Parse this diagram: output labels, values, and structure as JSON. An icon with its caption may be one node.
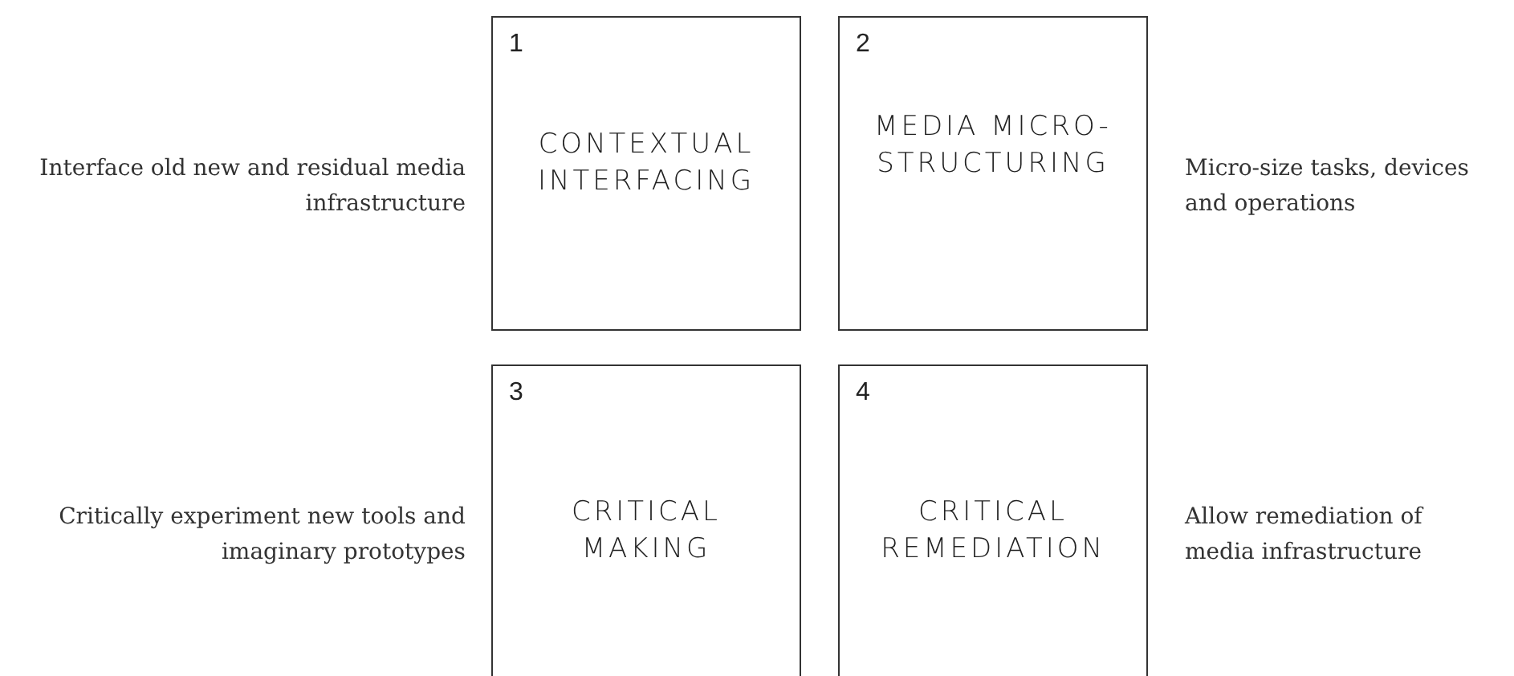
{
  "diagram": {
    "nodes": [
      {
        "text": [
          "1",
          "CONTEXTUAL INTERFACING"
        ],
        "beside": [
          "Interface old new and residual media infrastructure"
        ]
      },
      {
        "text": [
          "2",
          "MEDIA MICRO-STRUCTURING"
        ],
        "beside": [
          "Micro-size tasks, devices and operations"
        ]
      },
      {
        "text": [
          "3",
          "CRITICAL MAKING"
        ],
        "beside": [
          "Critically experiment new tools and imaginary prototypes"
        ]
      },
      {
        "text": [
          "4",
          "CRITICAL REMEDIATION"
        ],
        "beside": [
          "Allow remediation of media infrastructure"
        ]
      }
    ]
  }
}
